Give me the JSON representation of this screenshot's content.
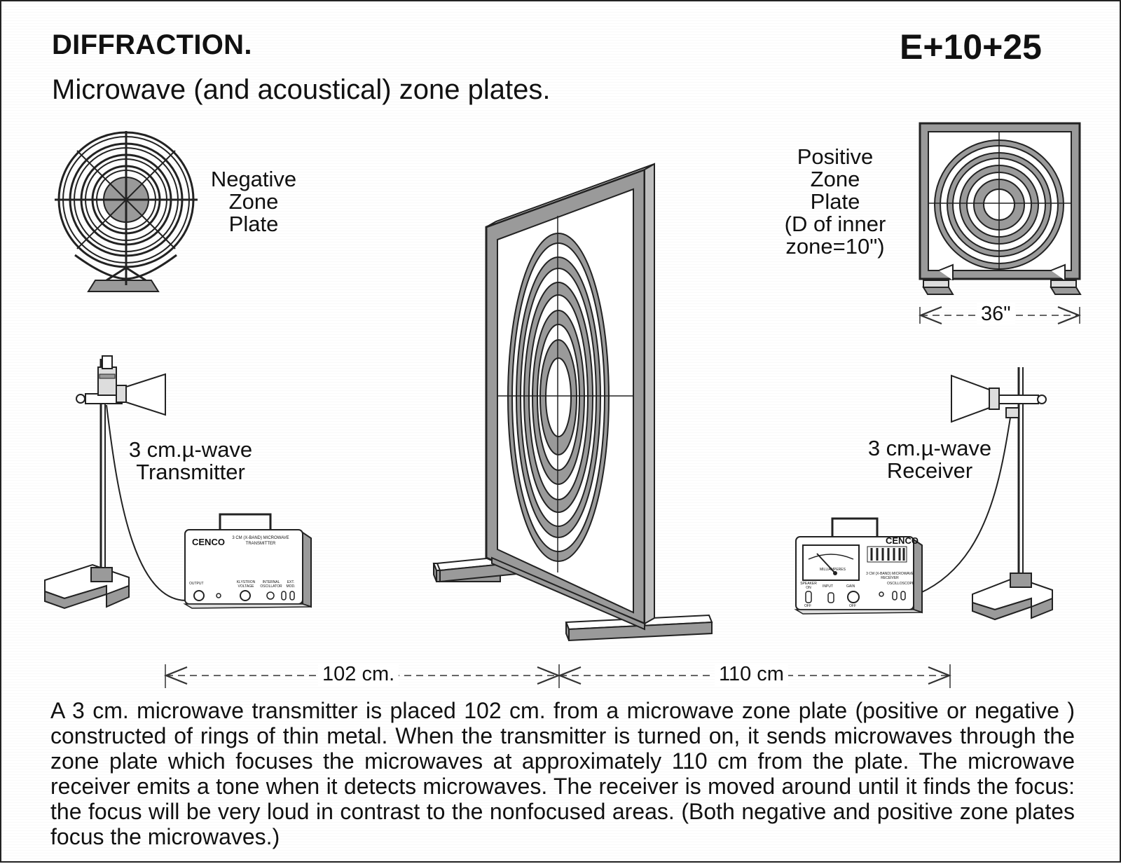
{
  "header": {
    "title": "DIFFRACTION.",
    "code": "E+10+25",
    "subtitle": "Microwave (and acoustical) zone plates."
  },
  "labels": {
    "negative_plate": [
      "Negative",
      "Zone",
      "Plate"
    ],
    "positive_plate": [
      "Positive",
      "Zone",
      "Plate",
      "(D of inner",
      "zone=10\")"
    ],
    "plate_width": "36\"",
    "transmitter": [
      "3 cm.µ-wave",
      "Transmitter"
    ],
    "receiver": [
      "3 cm.µ-wave",
      "Receiver"
    ]
  },
  "transmitter_box": {
    "brand": "CENCO",
    "model": [
      "3 CM (X-BAND) MICROWAVE",
      "TRANSMITTER"
    ],
    "controls": [
      "OUTPUT",
      "KLYSTRON VOLTAGE",
      "INTERNAL OSCILLATOR",
      "EXT. MOD."
    ]
  },
  "receiver_box": {
    "brand": "CENCO",
    "model": [
      "3 CM (X-BAND) MICROWAVE",
      "RECEIVER"
    ],
    "meter": "MILLIAMPERES",
    "controls": [
      "SPEAKER ON",
      "INPUT",
      "GAIN",
      "OSCILLOSCOPE"
    ],
    "off": "OFF"
  },
  "dimensions": {
    "left": "102 cm.",
    "right": "110 cm"
  },
  "description": "A 3 cm. microwave transmitter is placed 102 cm. from a microwave zone plate (positive or negative ) constructed of rings of thin metal. When the transmitter is turned on, it sends microwaves through the zone plate  which focuses the microwaves at approximately 110 cm from the plate. The microwave receiver emits a tone when it detects microwaves.  The receiver is moved around until it finds the focus: the focus will be very loud in contrast to the nonfocused areas. (Both negative and positive zone plates focus the microwaves.)"
}
